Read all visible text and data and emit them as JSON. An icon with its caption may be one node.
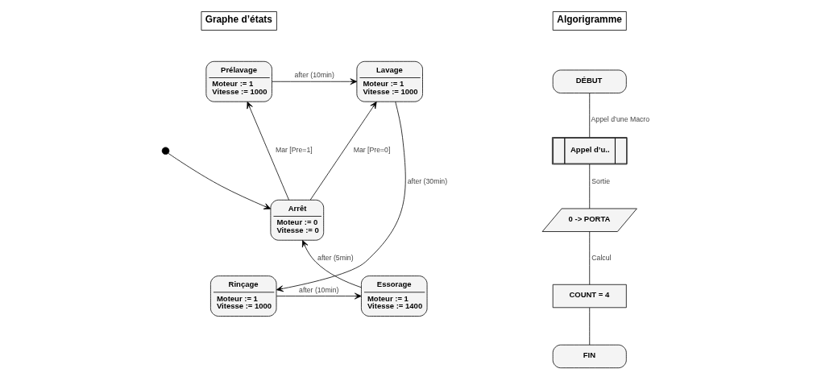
{
  "diagram": {
    "nodes": [
      {
        "text": [
          "Prélavage",
          "Moteur := 1",
          "Vitesse := 1000"
        ]
      },
      {
        "text": [
          "Lavage",
          "Moteur := 1",
          "Vitesse := 1000"
        ]
      },
      {
        "text": [
          "Arrêt",
          "Moteur := 0",
          "Vitesse := 0"
        ]
      },
      {
        "text": [
          "Essorage",
          "Moteur := 1",
          "Vitesse := 1400"
        ]
      },
      {
        "text": [
          "Rinçage",
          "Moteur := 1",
          "Vitesse := 1000"
        ]
      },
      {
        "text": [],
        "shape": "circle"
      },
      {
        "text": [
          "DÉBUT"
        ]
      },
      {
        "text": [
          "Appel d’u.."
        ]
      },
      {
        "text": [
          "0 -> PORTA"
        ]
      },
      {
        "text": [
          "COUNT = 4"
        ]
      },
      {
        "text": [
          "FIN"
        ]
      }
    ],
    "edges": [
      {
        "from": 0,
        "to": 1,
        "arrow": "to",
        "label": "after (10min)"
      },
      {
        "from": 2,
        "to": 1,
        "arrow": "to",
        "label": "Mar [Pre=0]"
      },
      {
        "from": 2,
        "to": 0,
        "arrow": "to",
        "label": "Mar [Pre=1]"
      },
      {
        "from": 5,
        "to": 2,
        "arrow": "to"
      },
      {
        "from": 1,
        "to": 4,
        "arrow": "to",
        "label": "after (30min)"
      },
      {
        "from": 4,
        "to": 3,
        "arrow": "to",
        "label": "after (10min)"
      },
      {
        "from": 3,
        "to": 2,
        "arrow": "to",
        "label": "after (5min)"
      },
      {
        "from": 6,
        "to": 7,
        "arrow": "none",
        "label": "Appel d’une Macro"
      },
      {
        "from": 7,
        "to": 8,
        "arrow": "none",
        "label": "Sortie"
      },
      {
        "from": 8,
        "to": 9,
        "arrow": "none",
        "label": "Calcul"
      },
      {
        "from": 9,
        "to": 10,
        "arrow": "none"
      }
    ],
    "labels": [
      "Graphe d’états",
      "Algorigramme"
    ]
  }
}
